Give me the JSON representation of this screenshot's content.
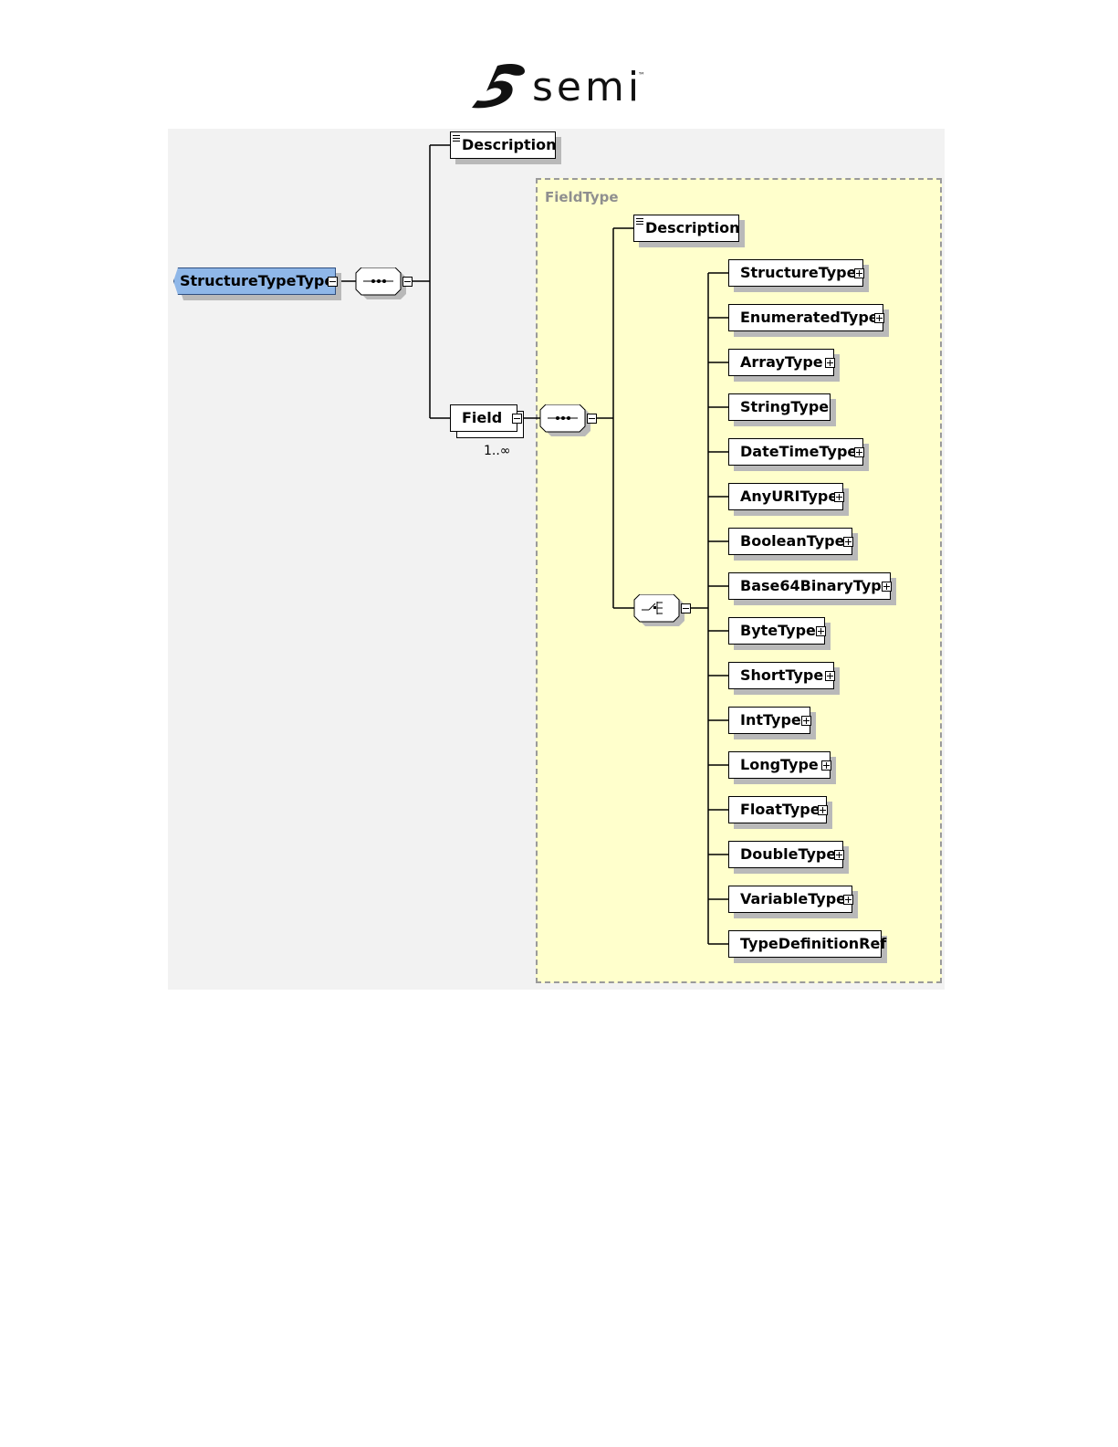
{
  "logo": {
    "text": "semi",
    "tm": "™"
  },
  "diagram": {
    "root": {
      "label": "StructureTypeType"
    },
    "top_description": {
      "label": "Description"
    },
    "field": {
      "label": "Field",
      "occurrence": "1..∞"
    },
    "fieldtype_group": {
      "label": "FieldType",
      "description": {
        "label": "Description"
      },
      "choices": [
        {
          "label": "StructureType",
          "expandable": true
        },
        {
          "label": "EnumeratedType",
          "expandable": true
        },
        {
          "label": "ArrayType",
          "expandable": true
        },
        {
          "label": "StringType",
          "expandable": false
        },
        {
          "label": "DateTimeType",
          "expandable": true
        },
        {
          "label": "AnyURIType",
          "expandable": true
        },
        {
          "label": "BooleanType",
          "expandable": true
        },
        {
          "label": "Base64BinaryType",
          "expandable": true
        },
        {
          "label": "ByteType",
          "expandable": true
        },
        {
          "label": "ShortType",
          "expandable": true
        },
        {
          "label": "IntType",
          "expandable": true
        },
        {
          "label": "LongType",
          "expandable": true
        },
        {
          "label": "FloatType",
          "expandable": true
        },
        {
          "label": "DoubleType",
          "expandable": true
        },
        {
          "label": "VariableType",
          "expandable": true
        },
        {
          "label": "TypeDefinitionRef",
          "expandable": false
        }
      ]
    }
  },
  "colors": {
    "root_fill": "#8fb7e8",
    "group_fill": "#ffffcc",
    "canvas_bg": "#f2f2f2",
    "shadow": "#b9b9b9",
    "group_label": "#8f8f8f"
  }
}
